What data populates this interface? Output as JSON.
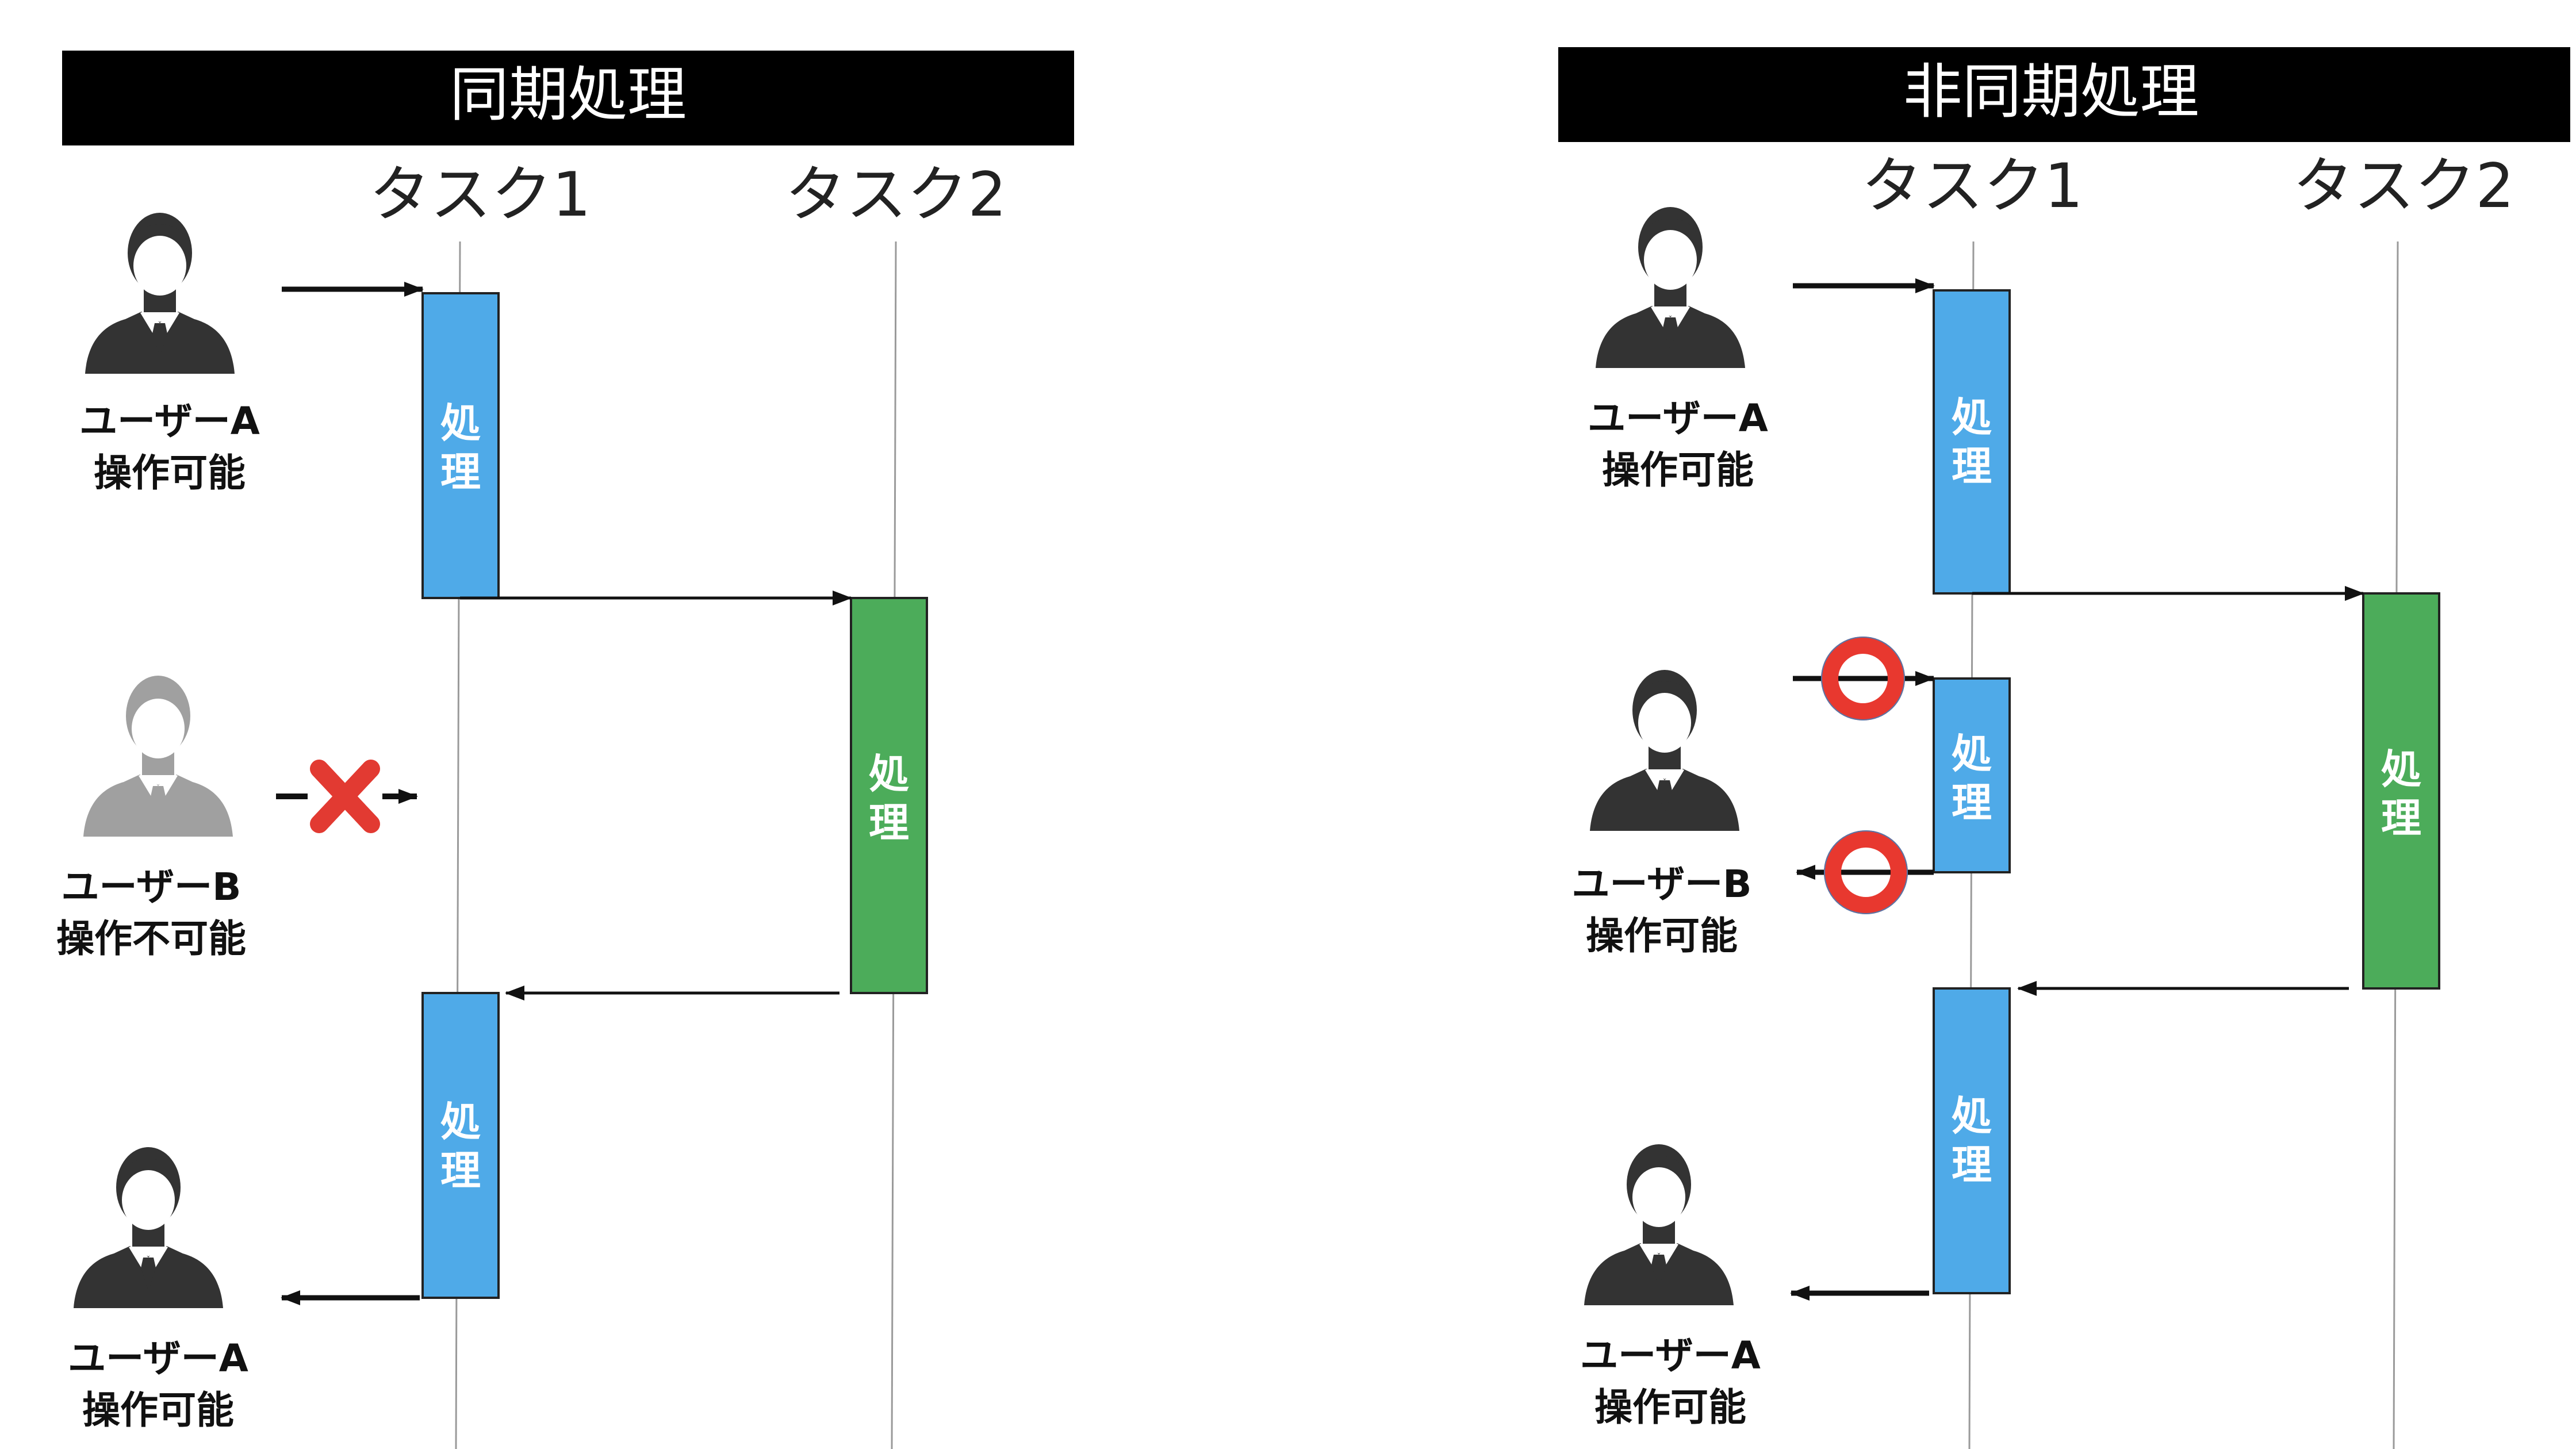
{
  "colors": {
    "header_bg": "#000000",
    "header_text": "#ffffff",
    "process_blue": "#4faae8",
    "process_green": "#4cac5a",
    "lifeline": "#9a9a9a",
    "arrow": "#111111",
    "person_active": "#333333",
    "person_inactive": "#a0a0a0",
    "cross_mark": "#e23a32",
    "circle_mark": "#e8382f"
  },
  "sync": {
    "title": "同期処理",
    "task1_label": "タスク1",
    "task2_label": "タスク2",
    "user_a_top": {
      "name": "ユーザーA",
      "status": "操作可能",
      "icon": "person-icon"
    },
    "user_b": {
      "name": "ユーザーB",
      "status": "操作不可能",
      "icon": "person-icon-grayed"
    },
    "user_a_bottom": {
      "name": "ユーザーA",
      "status": "操作可能",
      "icon": "person-icon"
    },
    "proc_label": "処理",
    "blocked_mark": "cross-icon"
  },
  "async": {
    "title": "非同期処理",
    "task1_label": "タスク1",
    "task2_label": "タスク2",
    "user_a_top": {
      "name": "ユーザーA",
      "status": "操作可能",
      "icon": "person-icon"
    },
    "user_b": {
      "name": "ユーザーB",
      "status": "操作可能",
      "icon": "person-icon"
    },
    "user_a_bottom": {
      "name": "ユーザーA",
      "status": "操作可能",
      "icon": "person-icon"
    },
    "proc_label": "処理",
    "allowed_mark": "circle-icon"
  }
}
